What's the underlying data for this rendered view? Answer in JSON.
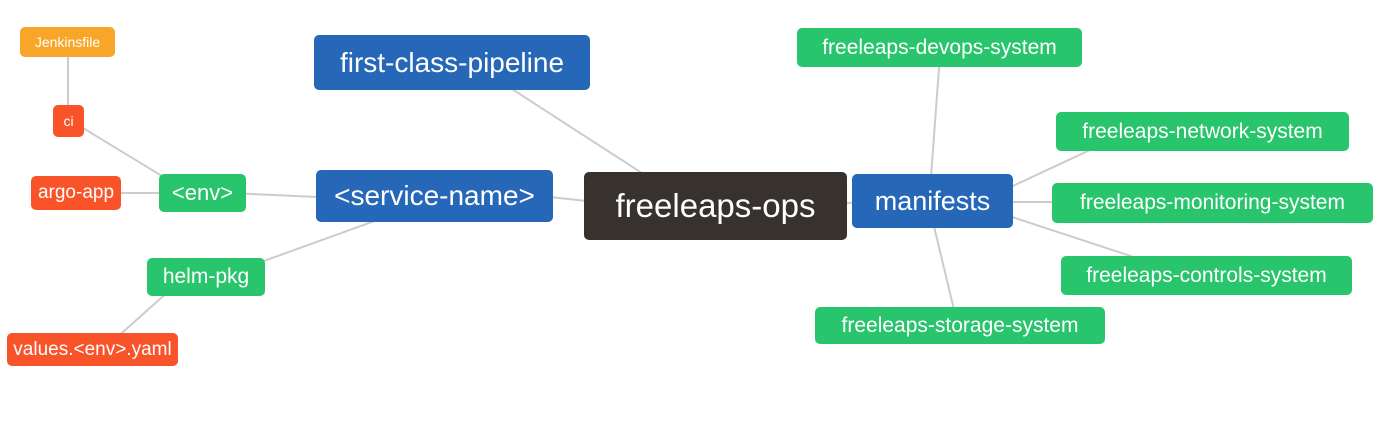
{
  "diagram": {
    "root_label": "freeleaps-ops",
    "nodes": [
      {
        "id": "jenkinsfile",
        "label": "Jenkinsfile",
        "color": "orange"
      },
      {
        "id": "ci",
        "label": "ci",
        "color": "red"
      },
      {
        "id": "argo-app",
        "label": "argo-app",
        "color": "red"
      },
      {
        "id": "env",
        "label": "<env>",
        "color": "green"
      },
      {
        "id": "helm-pkg",
        "label": "helm-pkg",
        "color": "green"
      },
      {
        "id": "values-env-yaml",
        "label": "values.<env>.yaml",
        "color": "red"
      },
      {
        "id": "first-class-pipeline",
        "label": "first-class-pipeline",
        "color": "blue"
      },
      {
        "id": "service-name",
        "label": "<service-name>",
        "color": "blue"
      },
      {
        "id": "freeleaps-ops",
        "label": "freeleaps-ops",
        "color": "dark"
      },
      {
        "id": "manifests",
        "label": "manifests",
        "color": "blue"
      },
      {
        "id": "freeleaps-devops-system",
        "label": "freeleaps-devops-system",
        "color": "green"
      },
      {
        "id": "freeleaps-network-system",
        "label": "freeleaps-network-system",
        "color": "green"
      },
      {
        "id": "freeleaps-monitoring-system",
        "label": "freeleaps-monitoring-system",
        "color": "green"
      },
      {
        "id": "freeleaps-controls-system",
        "label": "freeleaps-controls-system",
        "color": "green"
      },
      {
        "id": "freeleaps-storage-system",
        "label": "freeleaps-storage-system",
        "color": "green"
      }
    ],
    "edges": [
      [
        "jenkinsfile",
        "ci"
      ],
      [
        "ci",
        "env"
      ],
      [
        "argo-app",
        "env"
      ],
      [
        "env",
        "service-name"
      ],
      [
        "helm-pkg",
        "service-name"
      ],
      [
        "values-env-yaml",
        "helm-pkg"
      ],
      [
        "service-name",
        "freeleaps-ops"
      ],
      [
        "first-class-pipeline",
        "freeleaps-ops"
      ],
      [
        "freeleaps-ops",
        "manifests"
      ],
      [
        "manifests",
        "freeleaps-devops-system"
      ],
      [
        "manifests",
        "freeleaps-network-system"
      ],
      [
        "manifests",
        "freeleaps-monitoring-system"
      ],
      [
        "manifests",
        "freeleaps-controls-system"
      ],
      [
        "manifests",
        "freeleaps-storage-system"
      ]
    ],
    "colors": {
      "blue": "#2667b8",
      "green": "#29c56c",
      "red": "#f95329",
      "orange": "#f7a62a",
      "dark": "#38322f",
      "link": "#cccccc",
      "text": "#ffffff"
    }
  }
}
